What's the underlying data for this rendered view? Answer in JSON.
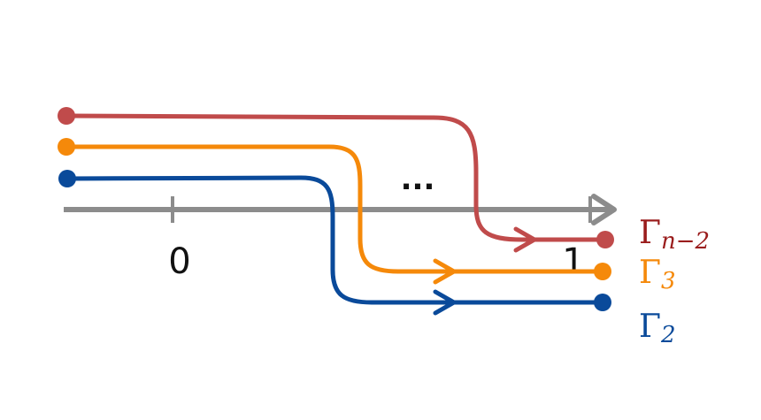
{
  "axis": {
    "color": "#8c8c8c",
    "tick_labels": [
      "0",
      "1"
    ],
    "ellipsis": "..."
  },
  "curves": [
    {
      "id": "gamma-n-2",
      "label_main": "Γ",
      "label_sub": "n−2",
      "color": "#c04b4b",
      "label_color": "#9a1d1d"
    },
    {
      "id": "gamma-3",
      "label_main": "Γ",
      "label_sub": "3",
      "color": "#f5890a",
      "label_color": "#f5890a"
    },
    {
      "id": "gamma-2",
      "label_main": "Γ",
      "label_sub": "2",
      "color": "#0a4a9a",
      "label_color": "#0a4a9a"
    }
  ]
}
